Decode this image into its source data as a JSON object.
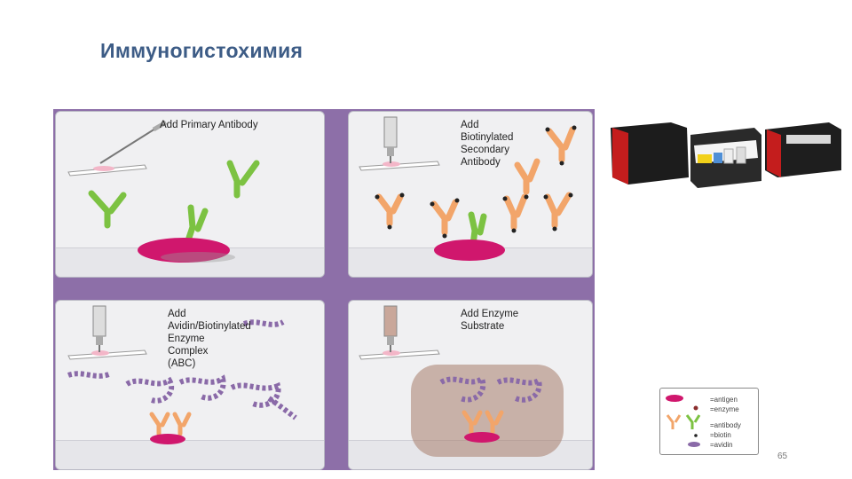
{
  "slide": {
    "title": "Иммуногистохимия",
    "page_number": "65"
  },
  "panels": [
    {
      "label": "Add Primary Antibody"
    },
    {
      "label": "Add\nBiotinylated\nSecondary\nAntibody"
    },
    {
      "label": "Add\nAvidin/Biotinylated\nEnzyme\nComplex\n(ABC)"
    },
    {
      "label": "Add Enzyme\nSubstrate"
    }
  ],
  "legend": {
    "items": [
      {
        "text": "=antigen"
      },
      {
        "text": "=enzyme"
      },
      {
        "text": "=antibody"
      },
      {
        "text": "=biotin"
      },
      {
        "text": "=avidin"
      }
    ]
  },
  "colors": {
    "title": "#3d5c86",
    "figure_background": "#8d6fa8",
    "antigen": "#d0176d",
    "primary_antibody": "#7cc242",
    "secondary_antibody": "#f2a56a",
    "avidin_complex": "#8a6aa8"
  }
}
